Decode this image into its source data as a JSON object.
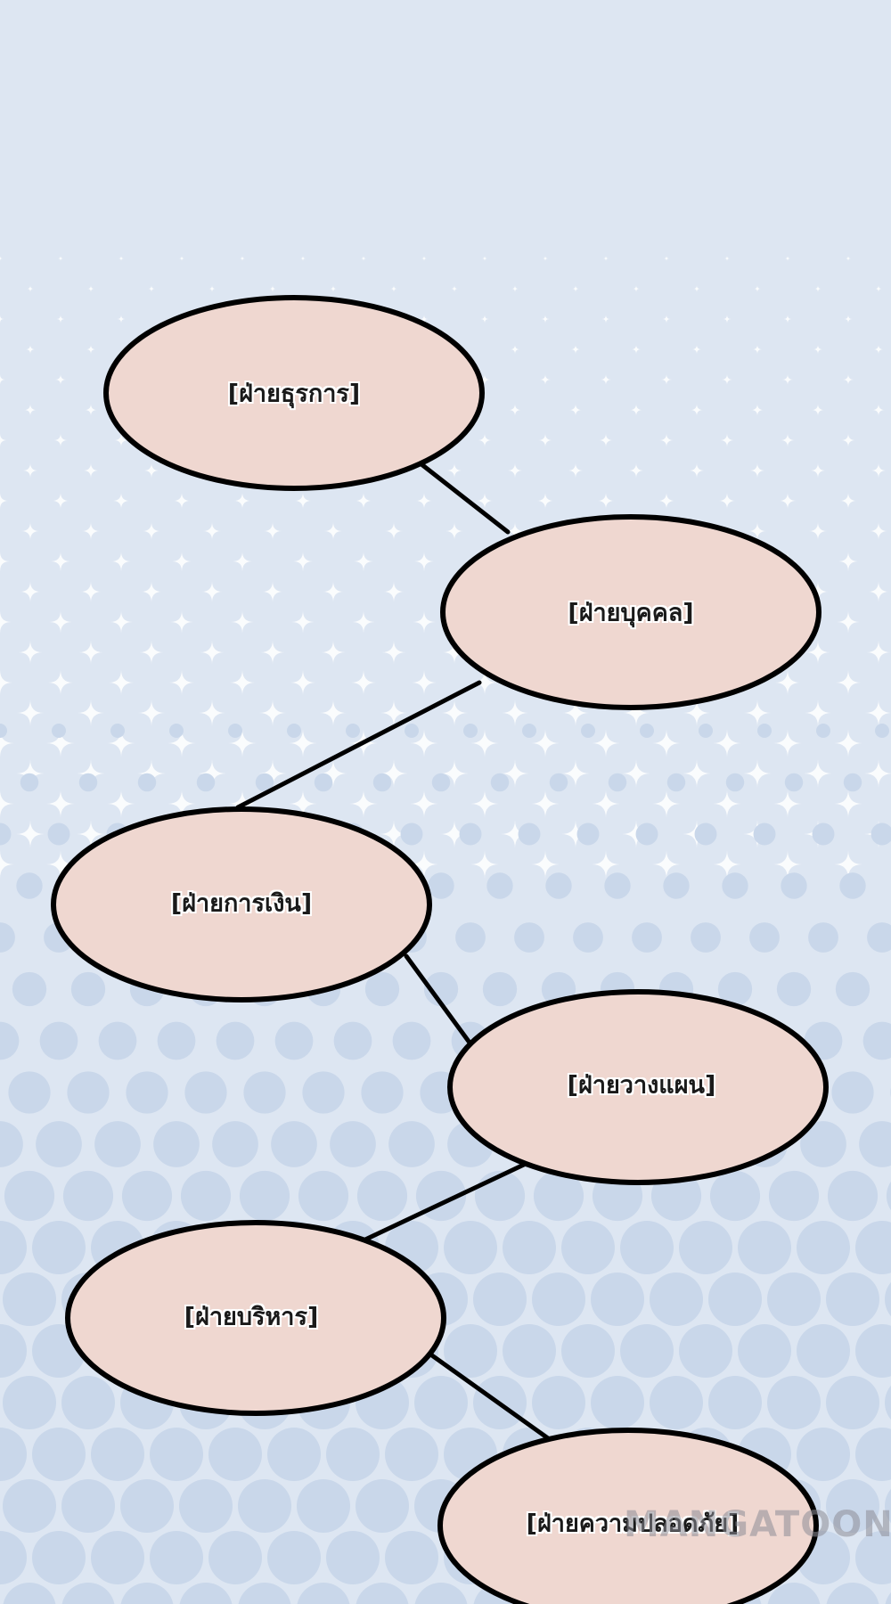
{
  "diagram": {
    "nodes": [
      {
        "id": "n1",
        "label": "[ฝ่ายธุรการ]"
      },
      {
        "id": "n2",
        "label": "[ฝ่ายบุคคล]"
      },
      {
        "id": "n3",
        "label": "[ฝ่ายการเงิน]"
      },
      {
        "id": "n4",
        "label": "[ฝ่ายวางแผน]"
      },
      {
        "id": "n5",
        "label": "[ฝ่ายบริหาร]"
      },
      {
        "id": "n6",
        "label": "[ฝ่ายความปลอดภัย]"
      }
    ],
    "edges": [
      [
        "n1",
        "n2"
      ],
      [
        "n2",
        "n3"
      ],
      [
        "n3",
        "n4"
      ],
      [
        "n4",
        "n5"
      ],
      [
        "n5",
        "n6"
      ]
    ],
    "colors": {
      "node_fill": "#efd7d0",
      "node_stroke": "#000000",
      "background": "#dde6f2",
      "dots": "#c9d7ea",
      "diamonds": "#ffffff"
    }
  },
  "watermark": {
    "text": "MANGATOON"
  }
}
